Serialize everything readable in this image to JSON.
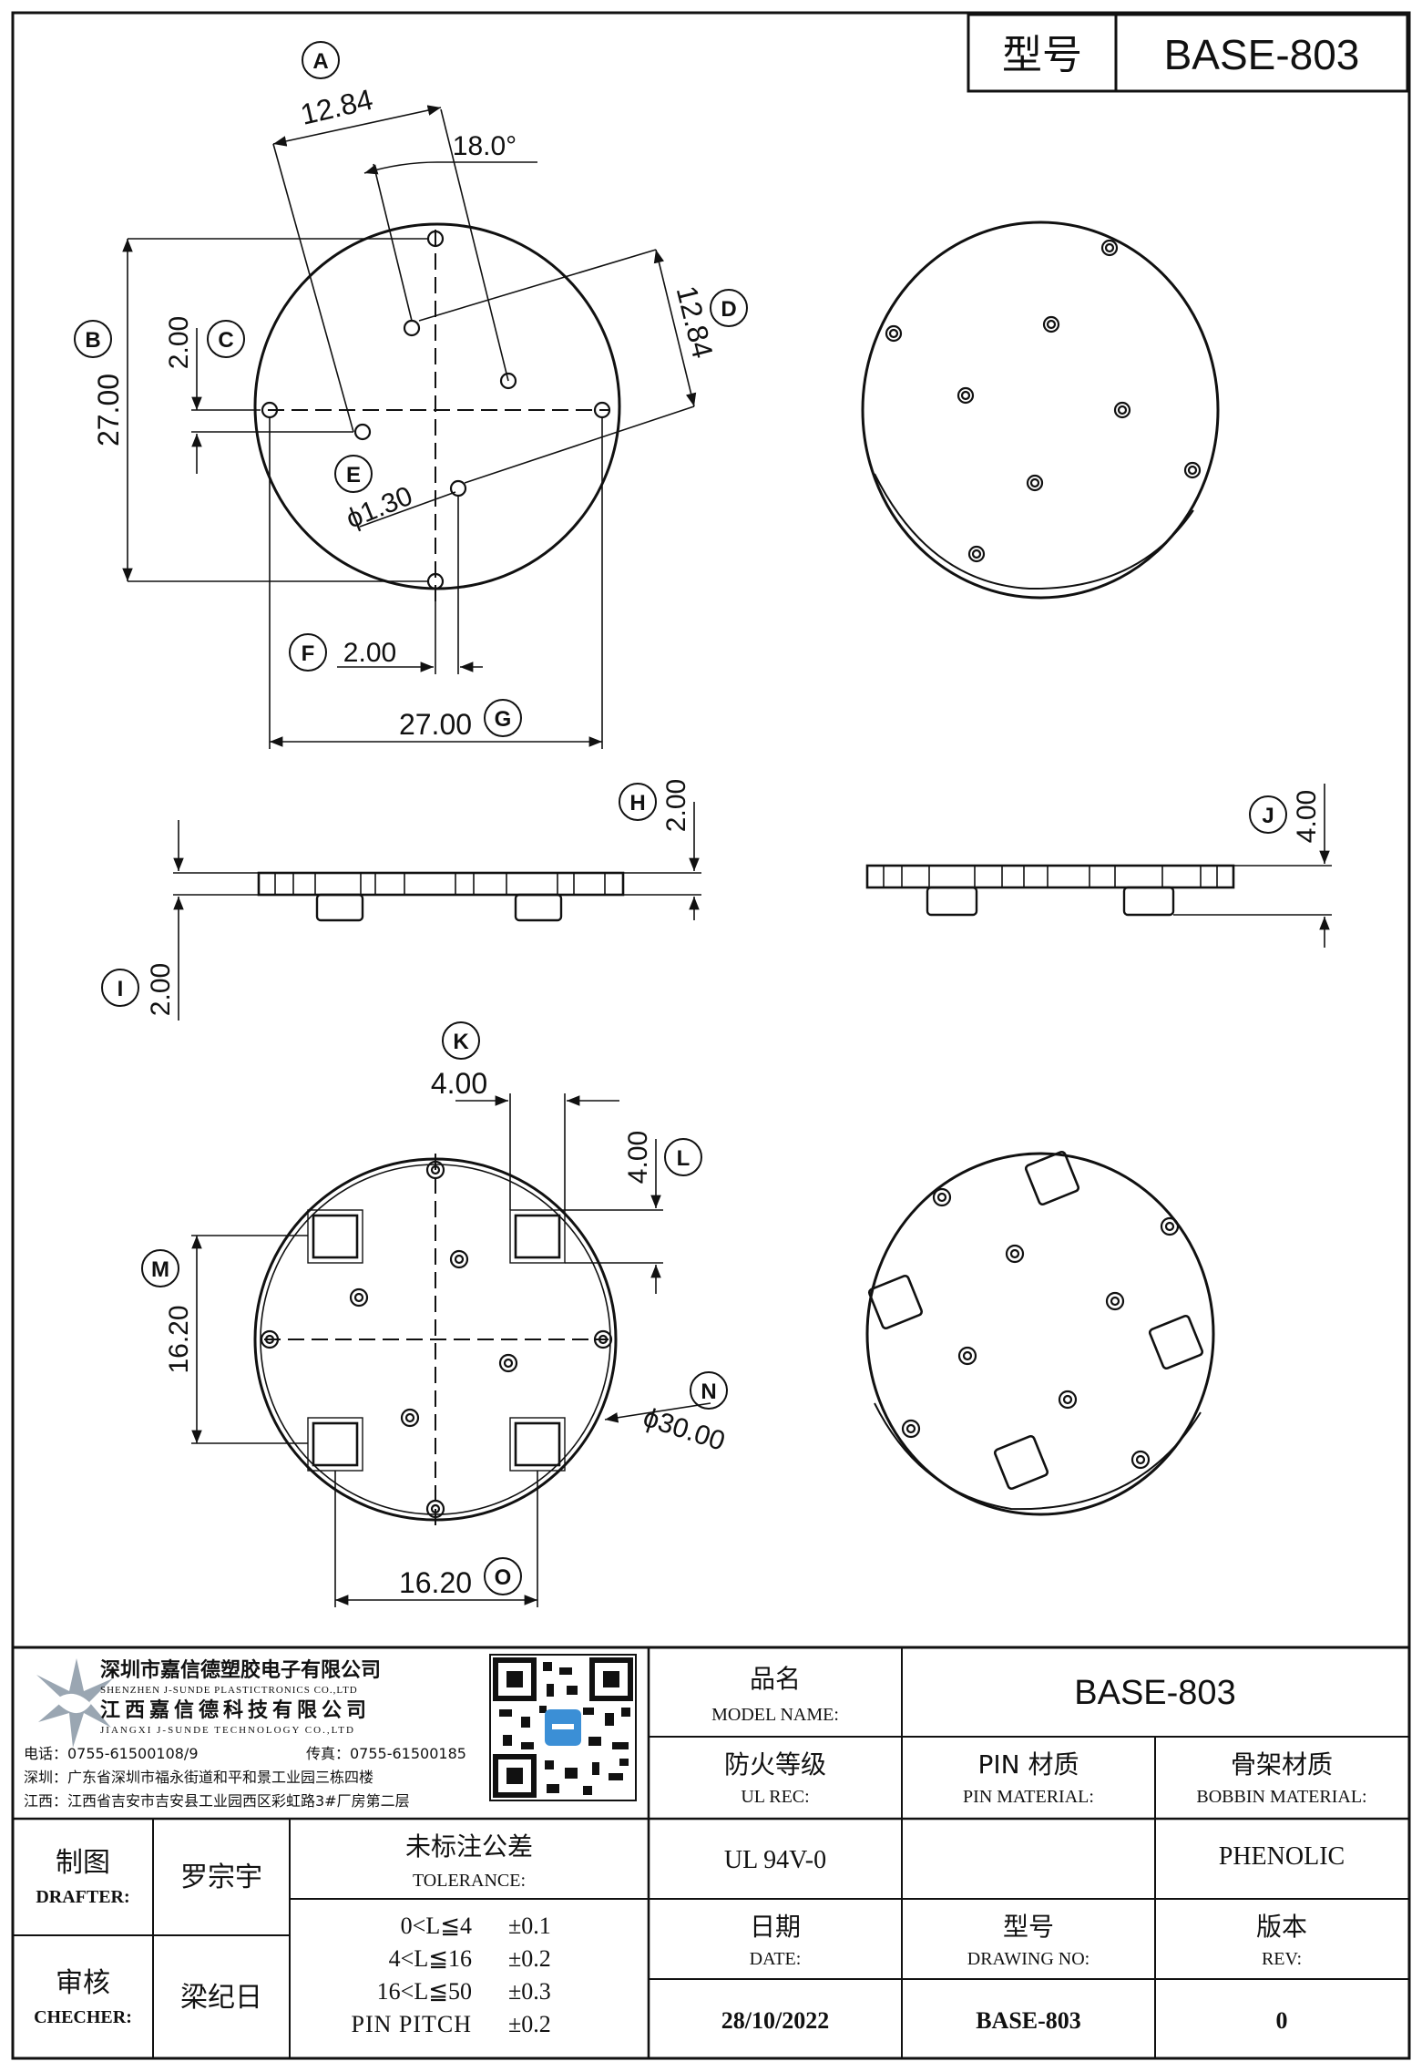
{
  "header": {
    "model_label": "型号",
    "model_value": "BASE-803"
  },
  "dims": {
    "a_bubble": "A",
    "a_value": "12.84",
    "angle_value": "18.0°",
    "b_bubble": "B",
    "b_value": "27.00",
    "c_bubble": "C",
    "c_value": "2.00",
    "d_bubble": "D",
    "d_value": "12.84",
    "e_bubble": "E",
    "e_value": "ϕ1.30",
    "f_bubble": "F",
    "f_value": "2.00",
    "g_bubble": "G",
    "g_value": "27.00",
    "h_bubble": "H",
    "h_value": "2.00",
    "i_bubble": "I",
    "i_value": "2.00",
    "j_bubble": "J",
    "j_value": "4.00",
    "k_bubble": "K",
    "k_value": "4.00",
    "l_bubble": "L",
    "l_value": "4.00",
    "m_bubble": "M",
    "m_value": "16.20",
    "n_bubble": "N",
    "n_value": "ϕ30.00",
    "o_bubble": "O",
    "o_value": "16.20"
  },
  "company": {
    "name_sz": "深圳市嘉信德塑胶电子有限公司",
    "name_sz_en": "SHENZHEN J-SUNDE PLASTICTRONICS CO.,LTD",
    "name_jx": "江西嘉信德科技有限公司",
    "name_jx_en": "JIANGXI J-SUNDE TECHNOLOGY CO.,LTD",
    "phone": "电话：0755-61500108/9",
    "fax": "传真：0755-61500185",
    "addr_sz": "深圳：广东省深圳市福永街道和平和景工业园三栋四楼",
    "addr_jx": "江西：江西省吉安市吉安县工业园西区彩虹路3#厂房第二层"
  },
  "title_block": {
    "model_name_cn": "品名",
    "model_name_en": "MODEL NAME:",
    "model_name_value": "BASE-803",
    "ul_cn": "防火等级",
    "ul_en": "UL REC:",
    "ul_value": "UL 94V-0",
    "pin_cn": "PIN 材质",
    "pin_en": "PIN MATERIAL:",
    "pin_value": "",
    "bobbin_cn": "骨架材质",
    "bobbin_en": "BOBBIN MATERIAL:",
    "bobbin_value": "PHENOLIC",
    "drafter_cn": "制图",
    "drafter_en": "DRAFTER:",
    "drafter_value": "罗宗宇",
    "checker_cn": "审核",
    "checker_en": "CHECHER:",
    "checker_value": "梁纪日",
    "tolerance_cn": "未标注公差",
    "tolerance_en": "TOLERANCE:",
    "tolerances": [
      {
        "range": "0<L≦4",
        "value": "±0.1"
      },
      {
        "range": "4<L≦16",
        "value": "±0.2"
      },
      {
        "range": "16<L≦50",
        "value": "±0.3"
      },
      {
        "range": "PIN PITCH",
        "value": "±0.2"
      }
    ],
    "date_cn": "日期",
    "date_en": "DATE:",
    "date_value": "28/10/2022",
    "drawing_cn": "型号",
    "drawing_en": "DRAWING NO:",
    "drawing_value": "BASE-803",
    "rev_cn": "版本",
    "rev_en": "REV:",
    "rev_value": "0"
  }
}
